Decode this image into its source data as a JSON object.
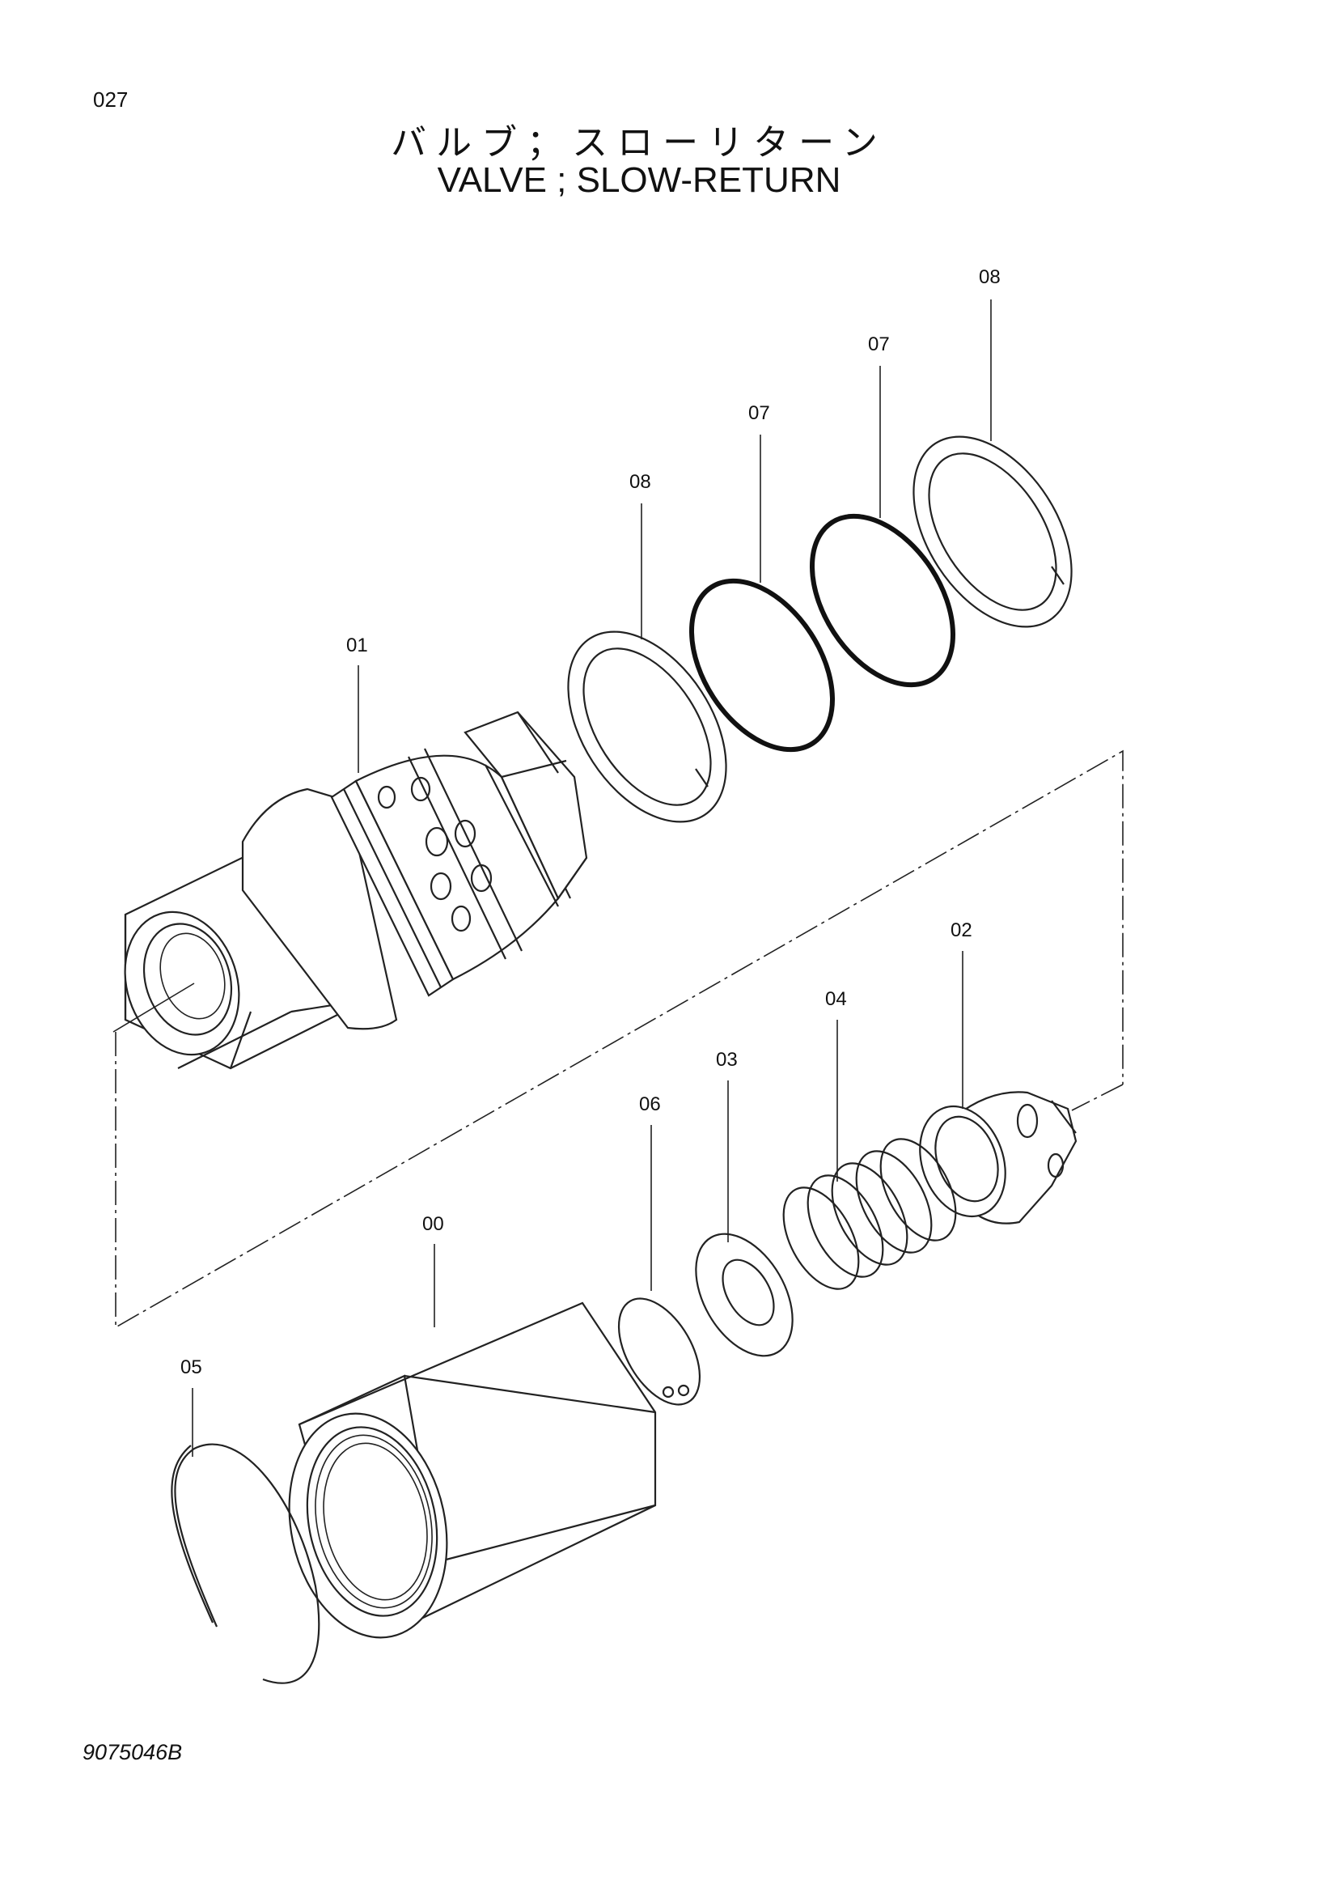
{
  "page_number": "027",
  "title_ja": "バルブ；スローリターン",
  "title_en": "VALVE ; SLOW-RETURN",
  "document_code": "9075046B",
  "callouts": {
    "c00": "00",
    "c01": "01",
    "c02": "02",
    "c03": "03",
    "c04": "04",
    "c05": "05",
    "c06": "06",
    "c07a": "07",
    "c07b": "07",
    "c08a": "08",
    "c08b": "08"
  }
}
